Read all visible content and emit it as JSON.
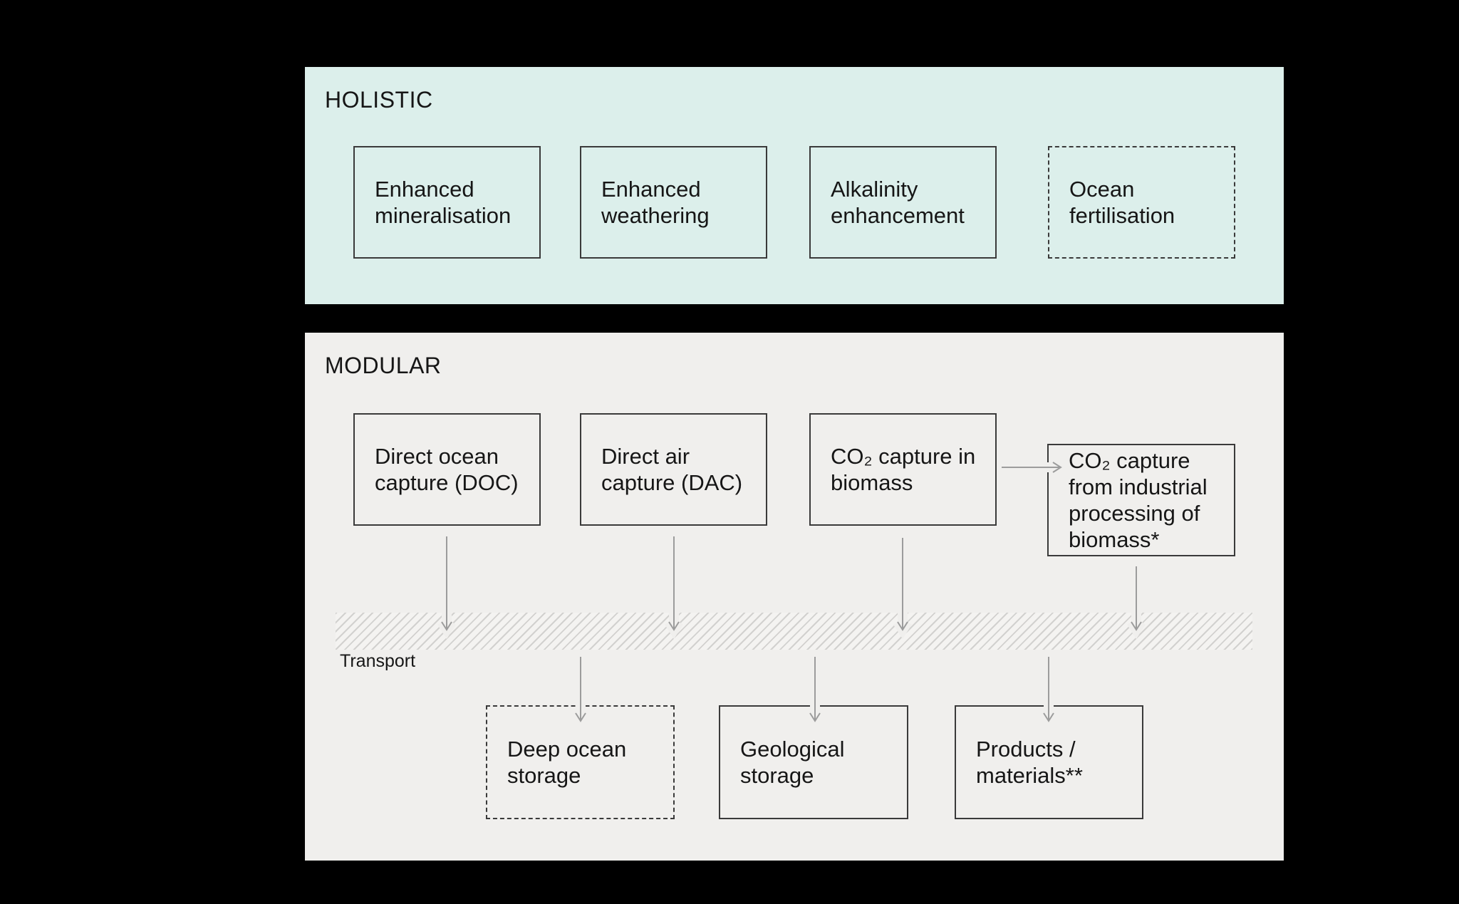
{
  "holistic_panel": {
    "title": "HOLISTIC",
    "boxes": [
      {
        "id": "enhanced-mineralisation",
        "label": "Enhanced\nmineralisation",
        "border": "solid"
      },
      {
        "id": "enhanced-weathering",
        "label": "Enhanced\nweathering",
        "border": "solid"
      },
      {
        "id": "alkalinity-enhancement",
        "label": "Alkalinity\nenhancement",
        "border": "solid"
      },
      {
        "id": "ocean-fertilisation",
        "label": "Ocean\nfertilisation",
        "border": "dashed"
      }
    ]
  },
  "modular_panel": {
    "title": "MODULAR",
    "capture_boxes": [
      {
        "id": "direct-ocean-capture",
        "label": "Direct ocean\ncapture (DOC)",
        "border": "solid"
      },
      {
        "id": "direct-air-capture",
        "label": "Direct air\ncapture (DAC)",
        "border": "solid"
      },
      {
        "id": "co2-capture-in-biomass",
        "label": "CO₂ capture in\nbiomass",
        "border": "solid"
      },
      {
        "id": "co2-capture-industrial",
        "label": "CO₂ capture\nfrom industrial\nprocessing of\nbiomass*",
        "border": "solid"
      }
    ],
    "transport_label": "Transport",
    "storage_boxes": [
      {
        "id": "deep-ocean-storage",
        "label": "Deep ocean\nstorage",
        "border": "dashed"
      },
      {
        "id": "geological-storage",
        "label": "Geological\nstorage",
        "border": "solid"
      },
      {
        "id": "products-materials",
        "label": "Products /\nmaterials**",
        "border": "solid"
      }
    ],
    "connections": [
      {
        "from": "direct-ocean-capture",
        "to": "transport"
      },
      {
        "from": "direct-air-capture",
        "to": "transport"
      },
      {
        "from": "co2-capture-in-biomass",
        "to": "transport"
      },
      {
        "from": "co2-capture-in-biomass",
        "to": "co2-capture-industrial"
      },
      {
        "from": "co2-capture-industrial",
        "to": "transport"
      },
      {
        "from": "transport",
        "to": "deep-ocean-storage"
      },
      {
        "from": "transport",
        "to": "geological-storage"
      },
      {
        "from": "transport",
        "to": "products-materials"
      }
    ]
  },
  "colors": {
    "page_background": "#000000",
    "holistic_panel_bg": "#dcefeb",
    "modular_panel_bg": "#f0efed",
    "box_border": "#3a3a3a",
    "text": "#161616",
    "arrow": "#9c9c9c",
    "hatch_line": "#d2d1cf"
  }
}
